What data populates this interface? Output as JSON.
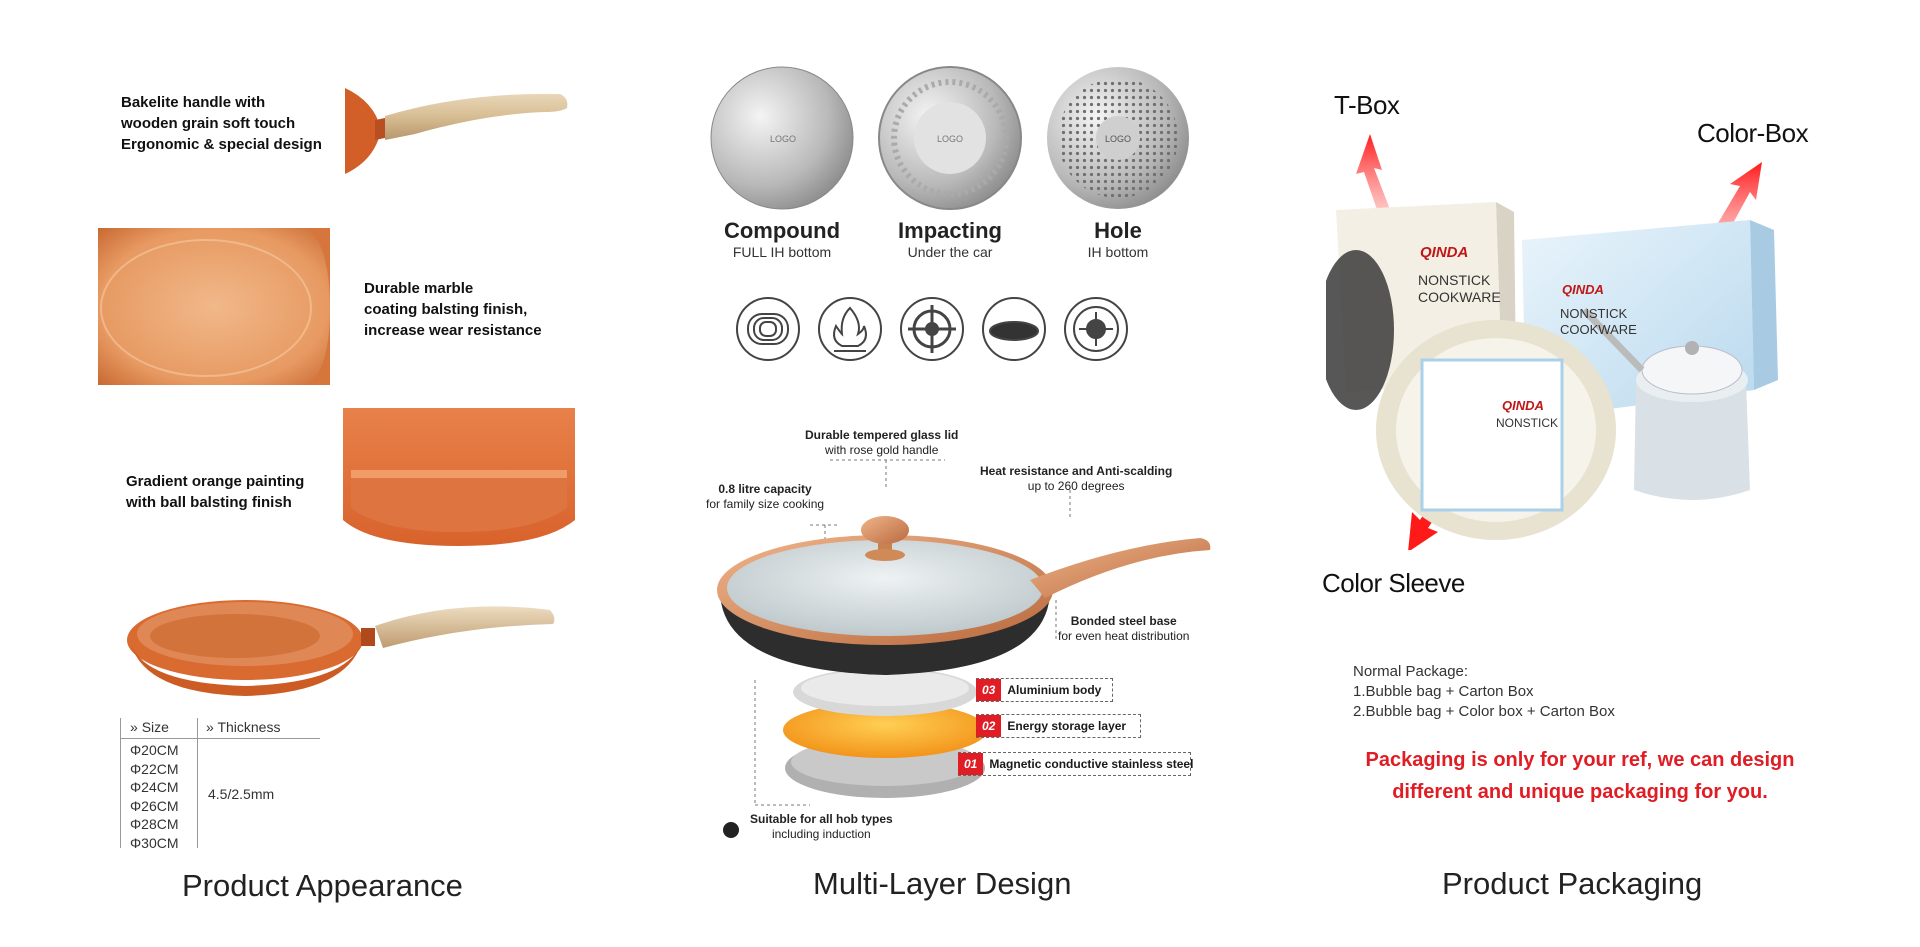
{
  "panels": {
    "appearance": {
      "title": "Product Appearance",
      "handle_label": [
        "Bakelite handle with",
        "wooden grain soft touch",
        "Ergonomic & special design"
      ],
      "coating_label": [
        "Durable marble",
        "coating balsting finish,",
        " increase wear resistance"
      ],
      "painting_label": [
        "Gradient orange painting",
        "with ball balsting finish"
      ],
      "size_table": {
        "col1_header": "Size",
        "col2_header": "Thickness",
        "sizes": [
          "Φ20CM",
          "Φ22CM",
          "Φ24CM",
          "Φ26CM",
          "Φ28CM",
          "Φ30CM"
        ],
        "thickness": "4.5/2.5mm"
      }
    },
    "multilayer": {
      "title": "Multi-Layer Design",
      "bottoms": [
        {
          "title": "Compound",
          "subtitle": "FULL IH bottom",
          "logo": "LOGO"
        },
        {
          "title": "Impacting",
          "subtitle": "Under the car",
          "logo": "LOGO"
        },
        {
          "title": "Hole",
          "subtitle": "IH bottom",
          "logo": "LOGO"
        }
      ],
      "hob_icons": [
        "coil-hob-icon",
        "gas-flame-icon",
        "gas-burner-icon",
        "hot-plate-icon",
        "induction-icon"
      ],
      "callouts": {
        "lid_title": "Durable tempered glass lid",
        "lid_sub": "with rose gold handle",
        "capacity_title": "0.8 litre capacity",
        "capacity_sub": "for family size cooking",
        "heat_title": "Heat resistance and Anti-scalding",
        "heat_sub": "up to 260 degrees",
        "base_title": "Bonded steel base",
        "base_sub": "for even heat distribution",
        "hob_title": "Suitable for all hob types",
        "hob_sub": "including induction"
      },
      "layers": [
        {
          "num": "03",
          "label": "Aluminium body"
        },
        {
          "num": "02",
          "label": "Energy storage layer"
        },
        {
          "num": "01",
          "label": "Magnetic conductive stainless steel"
        }
      ]
    },
    "packaging": {
      "title": "Product Packaging",
      "labels": {
        "tbox": "T-Box",
        "colorbox": "Color-Box",
        "sleeve": "Color Sleeve"
      },
      "brand": "QINDA",
      "box_text": [
        "NONSTICK",
        "COOKWARE"
      ],
      "note_title": "Normal Package:",
      "note_lines": [
        "1.Bubble bag + Carton Box",
        "2.Bubble bag + Color box + Carton Box"
      ],
      "red_lines": [
        "Packaging is only for your ref, we can design",
        "different and unique packaging for you."
      ]
    }
  },
  "colors": {
    "orange": "#d9692f",
    "rose_gold": "#c8794a",
    "red": "#e01c24"
  }
}
